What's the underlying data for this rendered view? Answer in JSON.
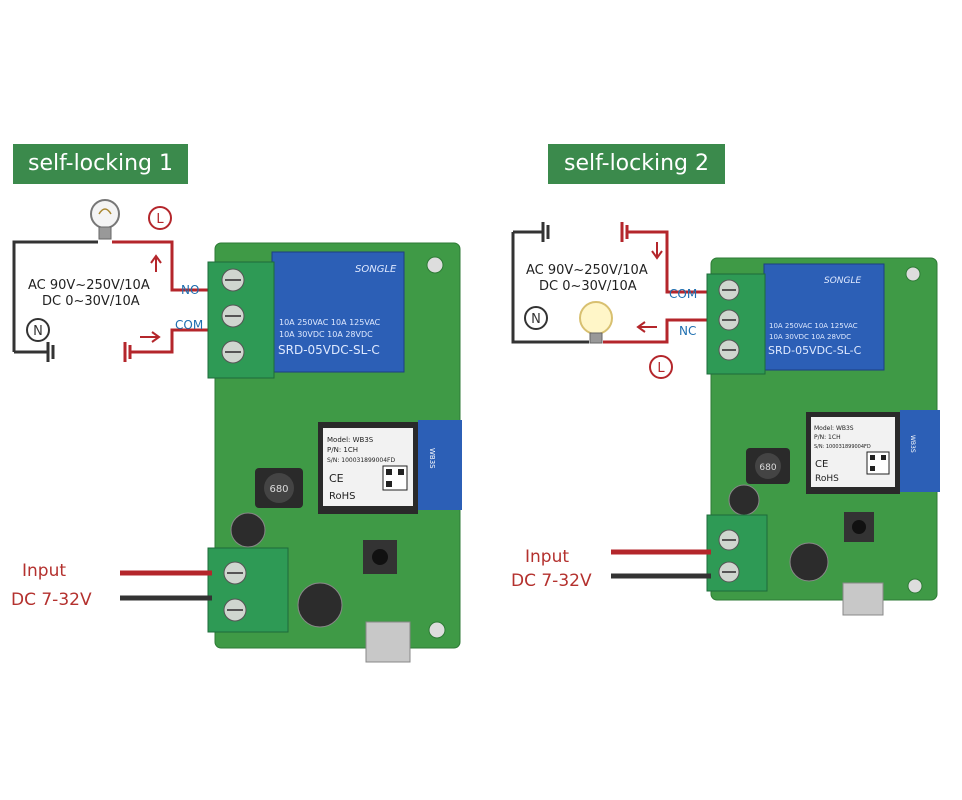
{
  "panel1": {
    "title": "self-locking 1",
    "load_rating_line1": "AC 90V~250V/10A",
    "load_rating_line2": "DC 0~30V/10A",
    "neutral_symbol": "N",
    "live_symbol": "L",
    "terminal_a": "NO",
    "terminal_b": "COM",
    "input_label": "Input",
    "input_voltage": "DC 7-32V"
  },
  "panel2": {
    "title": "self-locking 2",
    "load_rating_line1": "AC 90V~250V/10A",
    "load_rating_line2": "DC 0~30V/10A",
    "neutral_symbol": "N",
    "live_symbol": "L",
    "terminal_a": "COM",
    "terminal_b": "NC",
    "input_label": "Input",
    "input_voltage": "DC 7-32V"
  },
  "board": {
    "relay_brand": "SONGLE",
    "relay_spec_line1": "10A 250VAC  10A 125VAC",
    "relay_spec_line2": "10A 30VDC   10A 28VDC",
    "relay_model": "SRD-05VDC-SL-C",
    "module_model": "Model: WB3S",
    "module_pn": "P/N: 1CH",
    "module_sn": "S/N: 100031899004FD",
    "module_ce": "CE",
    "module_rohs": "RoHS",
    "antenna_label": "WB3S",
    "inductor_marking": "680"
  },
  "colors": {
    "badge_green": "#3b8a4c",
    "pcb_green": "#3f9a46",
    "relay_blue": "#2c5fb6",
    "terminal_green": "#2e9a55",
    "wire_red": "#b4262b",
    "wire_dark": "#333333",
    "label_blue": "#1f6fb0",
    "label_red": "#b4312e"
  }
}
